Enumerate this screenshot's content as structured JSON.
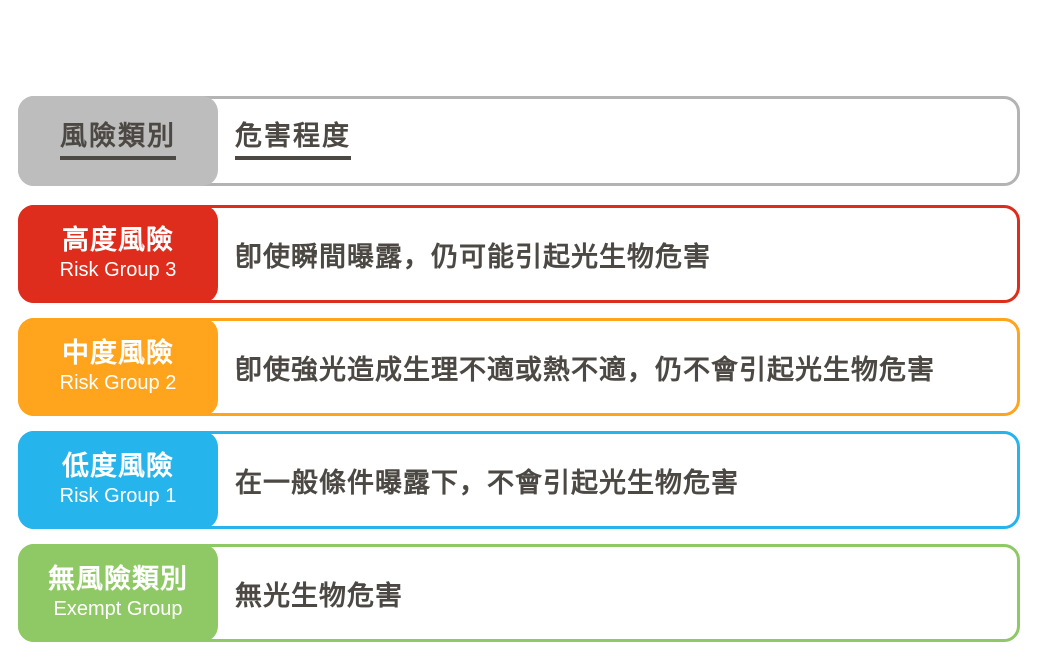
{
  "theme": {
    "background": "#FFFFFF",
    "text_color": "#4C4844",
    "badge_text_color": "#FFFFFF"
  },
  "header": {
    "category_label": "風險類別",
    "severity_label": "危害程度",
    "badge_color": "#BDBDBD",
    "border_color": "#B3B3B3"
  },
  "rows": [
    {
      "name_zh": "高度風險",
      "name_en": "Risk Group 3",
      "description": "卽使瞬間曝露，仍可能引起光生物危害",
      "color": "#DE2D1C"
    },
    {
      "name_zh": "中度風險",
      "name_en": "Risk Group 2",
      "description": "卽使強光造成生理不適或熱不適，仍不會引起光生物危害",
      "color": "#FFA41C"
    },
    {
      "name_zh": "低度風險",
      "name_en": "Risk Group 1",
      "description": "在一般條件曝露下，不會引起光生物危害",
      "color": "#25B4EC"
    },
    {
      "name_zh": "無風險類別",
      "name_en": "Exempt Group",
      "description": "無光生物危害",
      "color": "#8FC966"
    }
  ]
}
